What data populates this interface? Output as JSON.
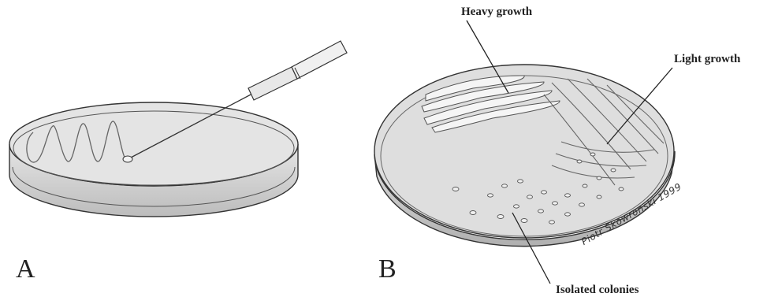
{
  "panels": {
    "a": {
      "letter": "A"
    },
    "b": {
      "letter": "B"
    }
  },
  "labels": {
    "heavy": "Heavy growth",
    "light": "Light growth",
    "isolated": "Isolated colonies"
  },
  "signature": "Piotr Skowronski 1999",
  "colors": {
    "ink": "#222222",
    "agar": "#dcdcdc",
    "dish_shade": "#c8c8c8",
    "background": "#ffffff"
  }
}
